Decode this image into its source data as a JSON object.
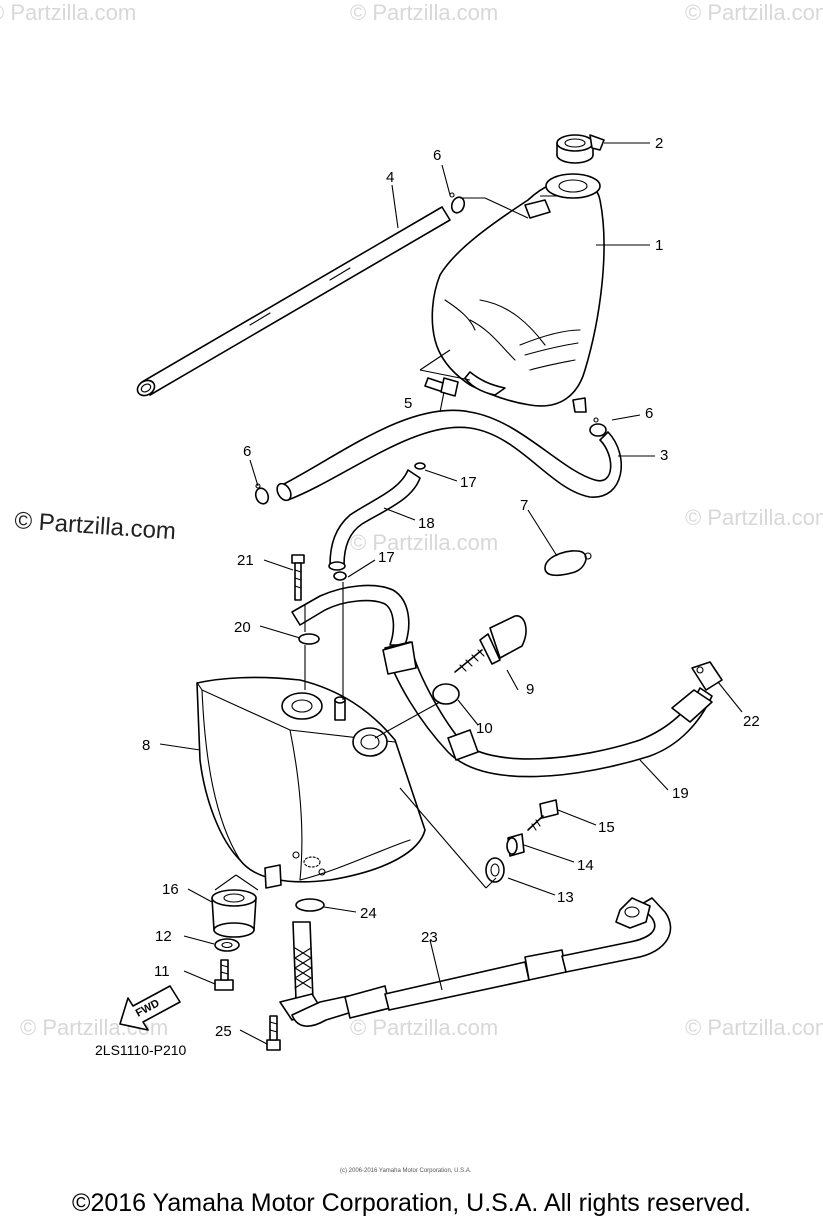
{
  "watermark": {
    "repeat_text": "© Partzilla.com",
    "main_text": "© Partzilla.com"
  },
  "diagram": {
    "code": "2LS1110-P210",
    "fwd_label": "FWD",
    "small_copyright": "(c) 2006-2016 Yamaha Motor Corporation, U.S.A.",
    "callouts": [
      {
        "id": "c1",
        "label": "1"
      },
      {
        "id": "c2",
        "label": "2"
      },
      {
        "id": "c3",
        "label": "3"
      },
      {
        "id": "c4",
        "label": "4"
      },
      {
        "id": "c5",
        "label": "5"
      },
      {
        "id": "c6a",
        "label": "6"
      },
      {
        "id": "c6b",
        "label": "6"
      },
      {
        "id": "c6c",
        "label": "6"
      },
      {
        "id": "c7",
        "label": "7"
      },
      {
        "id": "c8",
        "label": "8"
      },
      {
        "id": "c9",
        "label": "9"
      },
      {
        "id": "c10",
        "label": "10"
      },
      {
        "id": "c11",
        "label": "11"
      },
      {
        "id": "c12",
        "label": "12"
      },
      {
        "id": "c13",
        "label": "13"
      },
      {
        "id": "c14",
        "label": "14"
      },
      {
        "id": "c15",
        "label": "15"
      },
      {
        "id": "c16",
        "label": "16"
      },
      {
        "id": "c17a",
        "label": "17"
      },
      {
        "id": "c17b",
        "label": "17"
      },
      {
        "id": "c18",
        "label": "18"
      },
      {
        "id": "c19",
        "label": "19"
      },
      {
        "id": "c20",
        "label": "20"
      },
      {
        "id": "c21",
        "label": "21"
      },
      {
        "id": "c22",
        "label": "22"
      },
      {
        "id": "c23",
        "label": "23"
      },
      {
        "id": "c24",
        "label": "24"
      },
      {
        "id": "c25",
        "label": "25"
      }
    ]
  },
  "footer": {
    "copyright": "©2016 Yamaha Motor Corporation, U.S.A. All rights reserved."
  }
}
